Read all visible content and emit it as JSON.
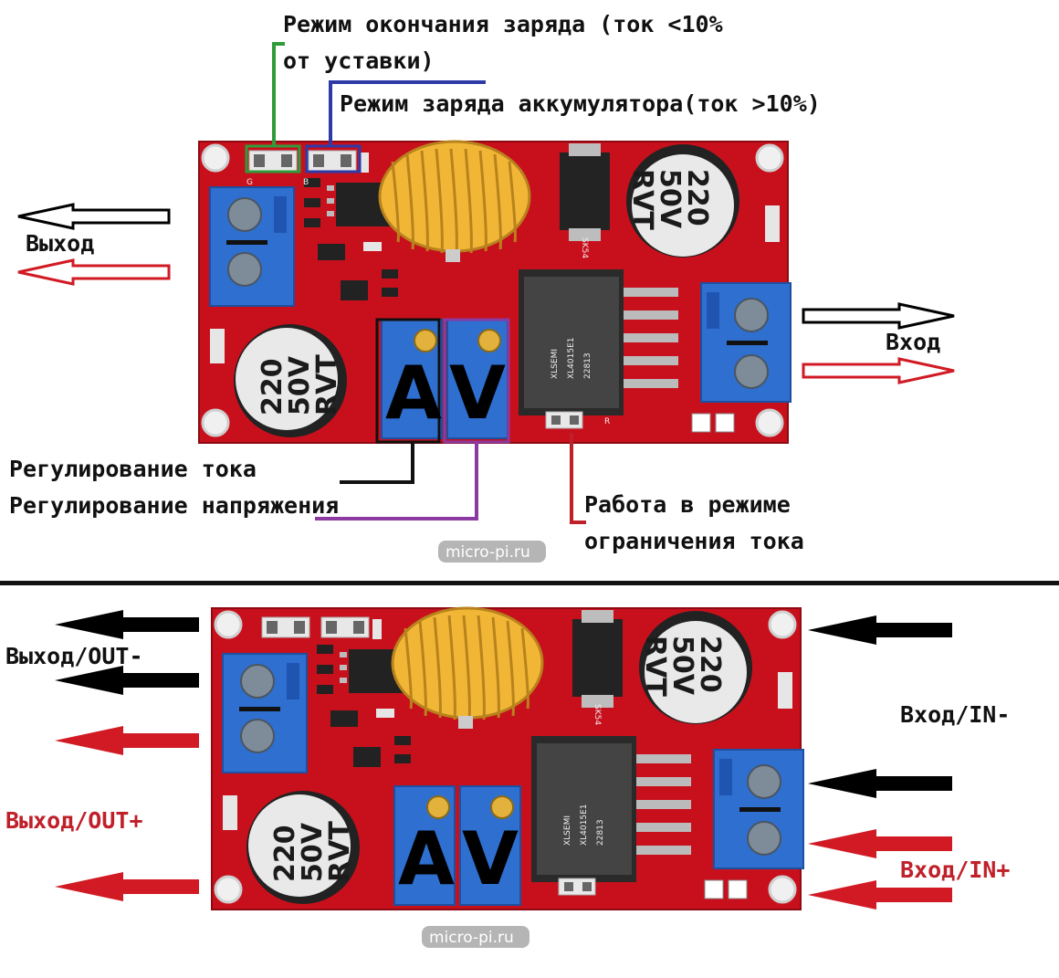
{
  "top": {
    "label_charge_end_1": "Режим окончания заряда (ток <10%",
    "label_charge_end_2": "от уставки)",
    "label_charging": "Режим заряда аккумулятора(ток >10%)",
    "label_output": "Выход",
    "label_input": "Вход",
    "label_current_adj": "Регулирование тока",
    "label_voltage_adj": "Регулирование напряжения",
    "label_cc_mode_1": "Работа в режиме",
    "label_cc_mode_2": "ограничения тока",
    "pot_a": "A",
    "pot_v": "V",
    "watermark": "micro-pi.ru"
  },
  "bottom": {
    "label_out_minus": "Выход/OUT-",
    "label_out_plus": "Выход/OUT+",
    "label_in_minus": "Вход/IN-",
    "label_in_plus": "Вход/IN+",
    "pot_a": "A",
    "pot_v": "V",
    "watermark": "micro-pi.ru"
  },
  "board": {
    "cap_line1": "220",
    "cap_line2": "50V",
    "cap_line3": "RVT",
    "chip_line1": "XLSEMI",
    "chip_line2": "XL4015E1",
    "chip_line3": "22813",
    "diode": "SK54",
    "led_r": "R",
    "led_g": "G",
    "led_b": "B"
  },
  "colors": {
    "pcb": "#c8101c",
    "terminal": "#2e6fd0",
    "coil": "#f2b636",
    "arrow_red": "#d11a24",
    "arrow_black": "#000000",
    "green_wire": "#2f9b3a",
    "blue_wire": "#2d3aa8",
    "purple_wire": "#8a3aa0",
    "red_wire": "#c0202a"
  }
}
